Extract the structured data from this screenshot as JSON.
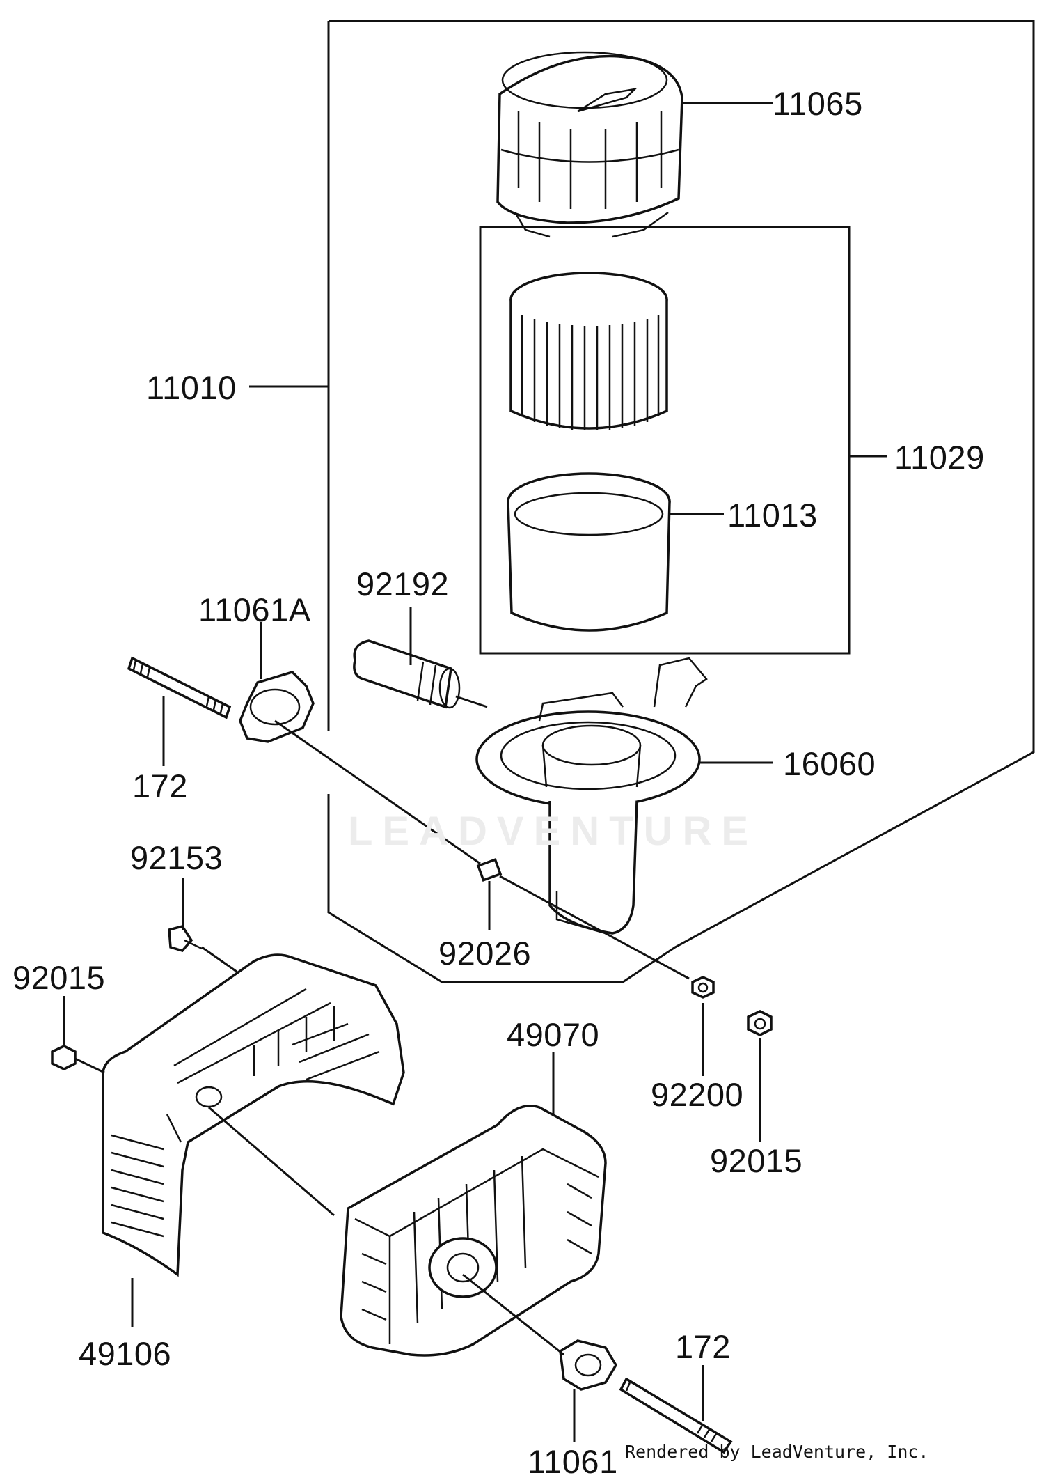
{
  "diagram": {
    "labels": {
      "p11065": "11065",
      "p11010": "11010",
      "p11029": "11029",
      "p11013": "11013",
      "p92192": "92192",
      "p11061A": "11061A",
      "p172a": "172",
      "p16060": "16060",
      "p92153": "92153",
      "p92026": "92026",
      "p92015a": "92015",
      "p49070": "49070",
      "p92200": "92200",
      "p92015b": "92015",
      "p49106": "49106",
      "p172b": "172",
      "p11061": "11061"
    },
    "watermark": "LEADVENTURE",
    "credit": "Rendered by LeadVenture, Inc."
  }
}
